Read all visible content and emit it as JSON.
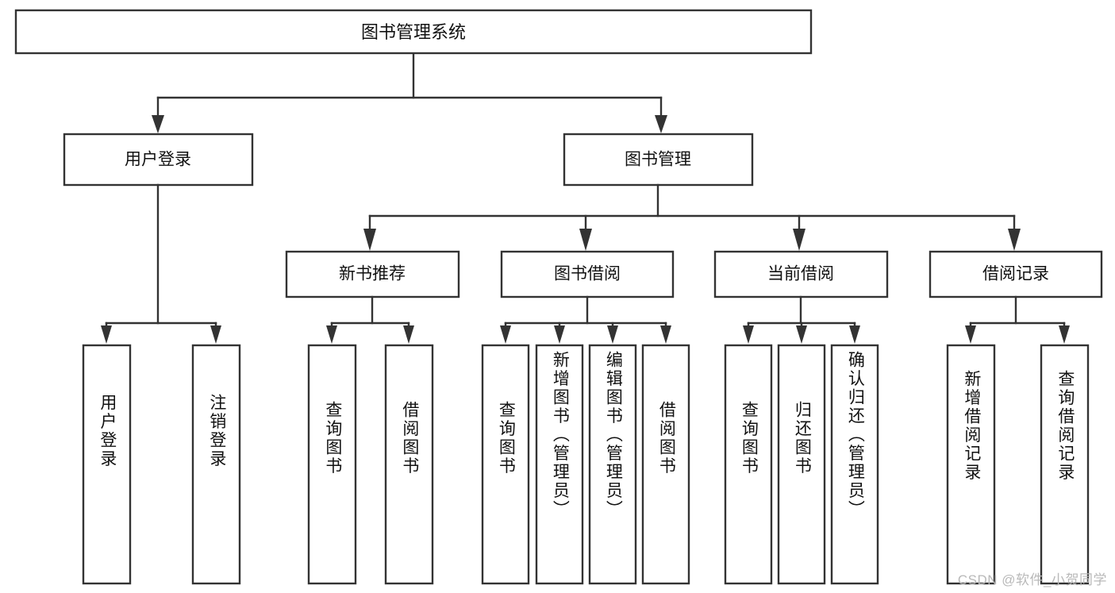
{
  "diagram": {
    "title": "图书管理系统",
    "type": "tree-hierarchy",
    "watermark": "CSDN @软件_小贺同学",
    "colors": {
      "stroke": "#333333",
      "fill": "#ffffff",
      "text": "#111111",
      "watermark": "#b9b9b9"
    },
    "nodes": {
      "root": {
        "label": "图书管理系统",
        "level": 1
      },
      "l2": [
        {
          "id": "user-login",
          "label": "用户登录",
          "level": 2
        },
        {
          "id": "book-manage",
          "label": "图书管理",
          "level": 2
        }
      ],
      "l3": [
        {
          "id": "new-book-rec",
          "label": "新书推荐",
          "level": 3,
          "parent": "book-manage"
        },
        {
          "id": "book-borrow",
          "label": "图书借阅",
          "level": 3,
          "parent": "book-manage"
        },
        {
          "id": "current-borrow",
          "label": "当前借阅",
          "level": 3,
          "parent": "book-manage"
        },
        {
          "id": "borrow-record",
          "label": "借阅记录",
          "level": 3,
          "parent": "book-manage"
        }
      ],
      "leaves": [
        {
          "id": "leaf-user-login",
          "label": "用户登录",
          "parent": "user-login"
        },
        {
          "id": "leaf-logout",
          "label": "注销登录",
          "parent": "user-login"
        },
        {
          "id": "leaf-query-book-1",
          "label": "查询图书",
          "parent": "new-book-rec"
        },
        {
          "id": "leaf-borrow-book-1",
          "label": "借阅图书",
          "parent": "new-book-rec"
        },
        {
          "id": "leaf-query-book-2",
          "label": "查询图书",
          "parent": "book-borrow"
        },
        {
          "id": "leaf-add-book",
          "label": "新增图书（管理员）",
          "parent": "book-borrow"
        },
        {
          "id": "leaf-edit-book",
          "label": "编辑图书（管理员）",
          "parent": "book-borrow"
        },
        {
          "id": "leaf-borrow-book-2",
          "label": "借阅图书",
          "parent": "book-borrow"
        },
        {
          "id": "leaf-query-book-3",
          "label": "查询图书",
          "parent": "current-borrow"
        },
        {
          "id": "leaf-return-book",
          "label": "归还图书",
          "parent": "current-borrow"
        },
        {
          "id": "leaf-confirm-return",
          "label": "确认归还（管理员）",
          "parent": "current-borrow"
        },
        {
          "id": "leaf-add-record",
          "label": "新增借阅记录",
          "parent": "borrow-record"
        },
        {
          "id": "leaf-query-record",
          "label": "查询借阅记录",
          "parent": "borrow-record"
        }
      ]
    }
  }
}
